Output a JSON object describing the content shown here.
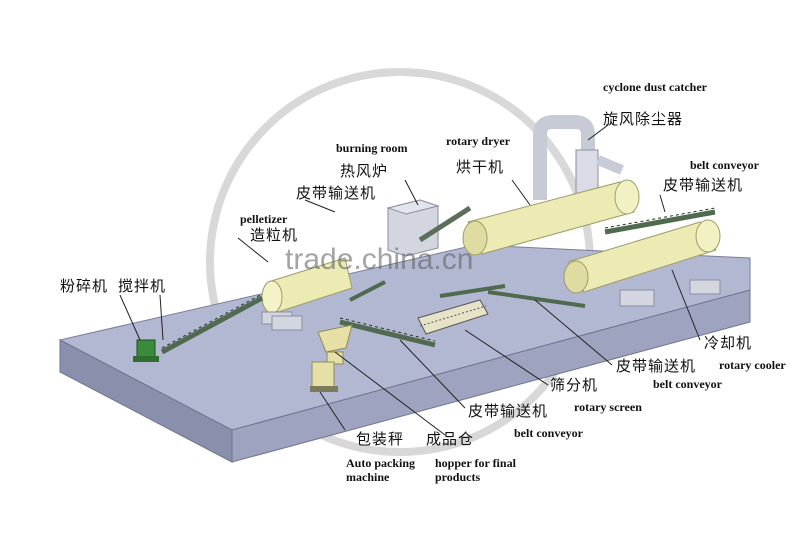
{
  "labels": {
    "cyclone_en": "cyclone dust catcher",
    "cyclone_zh": "旋风除尘器",
    "burning_en": "burning room",
    "burning_zh": "热风炉",
    "dryer_en": "rotary dryer",
    "dryer_zh": "烘干机",
    "belt_top_en": "belt conveyor",
    "belt_top_zh": "皮带输送机",
    "belt_left_zh": "皮带输送机",
    "pelletizer_en": "pelletizer",
    "pelletizer_zh": "造粒机",
    "crusher_zh": "粉碎机",
    "mixer_zh": "搅拌机",
    "cooler_zh": "冷却机",
    "cooler_en": "rotary cooler",
    "belt_right_zh": "皮带输送机",
    "belt_right_en": "belt conveyor",
    "screen_zh": "筛分机",
    "screen_en": "rotary screen",
    "belt_bottom_zh": "皮带输送机",
    "belt_bottom_en": "belt conveyor",
    "packing_zh": "包装秤",
    "packing_en": "Auto packing machine",
    "hopper_zh": "成品仓",
    "hopper_en": "hopper for final products"
  },
  "watermark": "trade.china.cn"
}
